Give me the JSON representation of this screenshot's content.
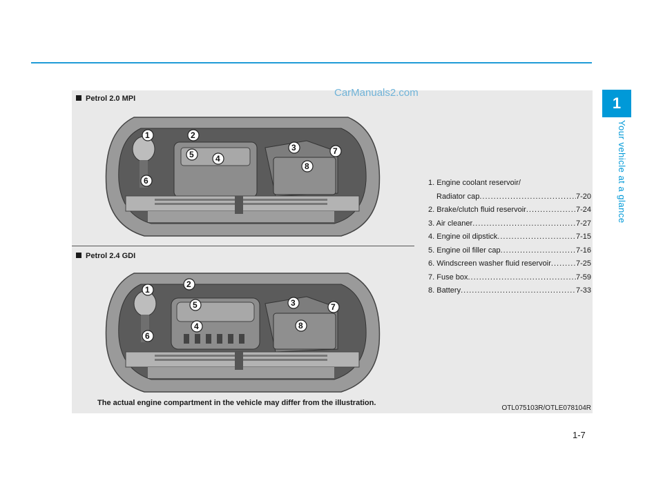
{
  "chapter": {
    "number": "1",
    "title": "Your vehicle at a glance"
  },
  "watermark": "CarManuals2.com",
  "sections": [
    {
      "label": "Petrol 2.0 MPI",
      "image": "engine-compartment-illustration"
    },
    {
      "label": "Petrol 2.4 GDI",
      "image": "engine-compartment-illustration"
    }
  ],
  "parts": [
    {
      "text": "1. Engine coolant reservoir/",
      "cont": "Radiator cap",
      "page": "7-20"
    },
    {
      "text": "2. Brake/clutch fluid reservoir",
      "page": "7-24"
    },
    {
      "text": "3. Air cleaner",
      "page": "7-27"
    },
    {
      "text": "4. Engine oil dipstick",
      "page": "7-15"
    },
    {
      "text": "5. Engine oil filler cap",
      "page": "7-16"
    },
    {
      "text": "6. Windscreen washer fluid reservoir",
      "page": "7-25"
    },
    {
      "text": "7. Fuse box",
      "page": "7-59"
    },
    {
      "text": "8. Battery",
      "page": "7-33"
    }
  ],
  "callouts": [
    "1",
    "2",
    "3",
    "4",
    "5",
    "6",
    "7",
    "8"
  ],
  "disclaimer": "The actual engine compartment in the vehicle may differ from the illustration.",
  "figure_code": "OTL075103R/OTLE078104R",
  "page_number": "1-7",
  "colors": {
    "accent": "#0099d8",
    "panel": "#e9e9e9"
  }
}
